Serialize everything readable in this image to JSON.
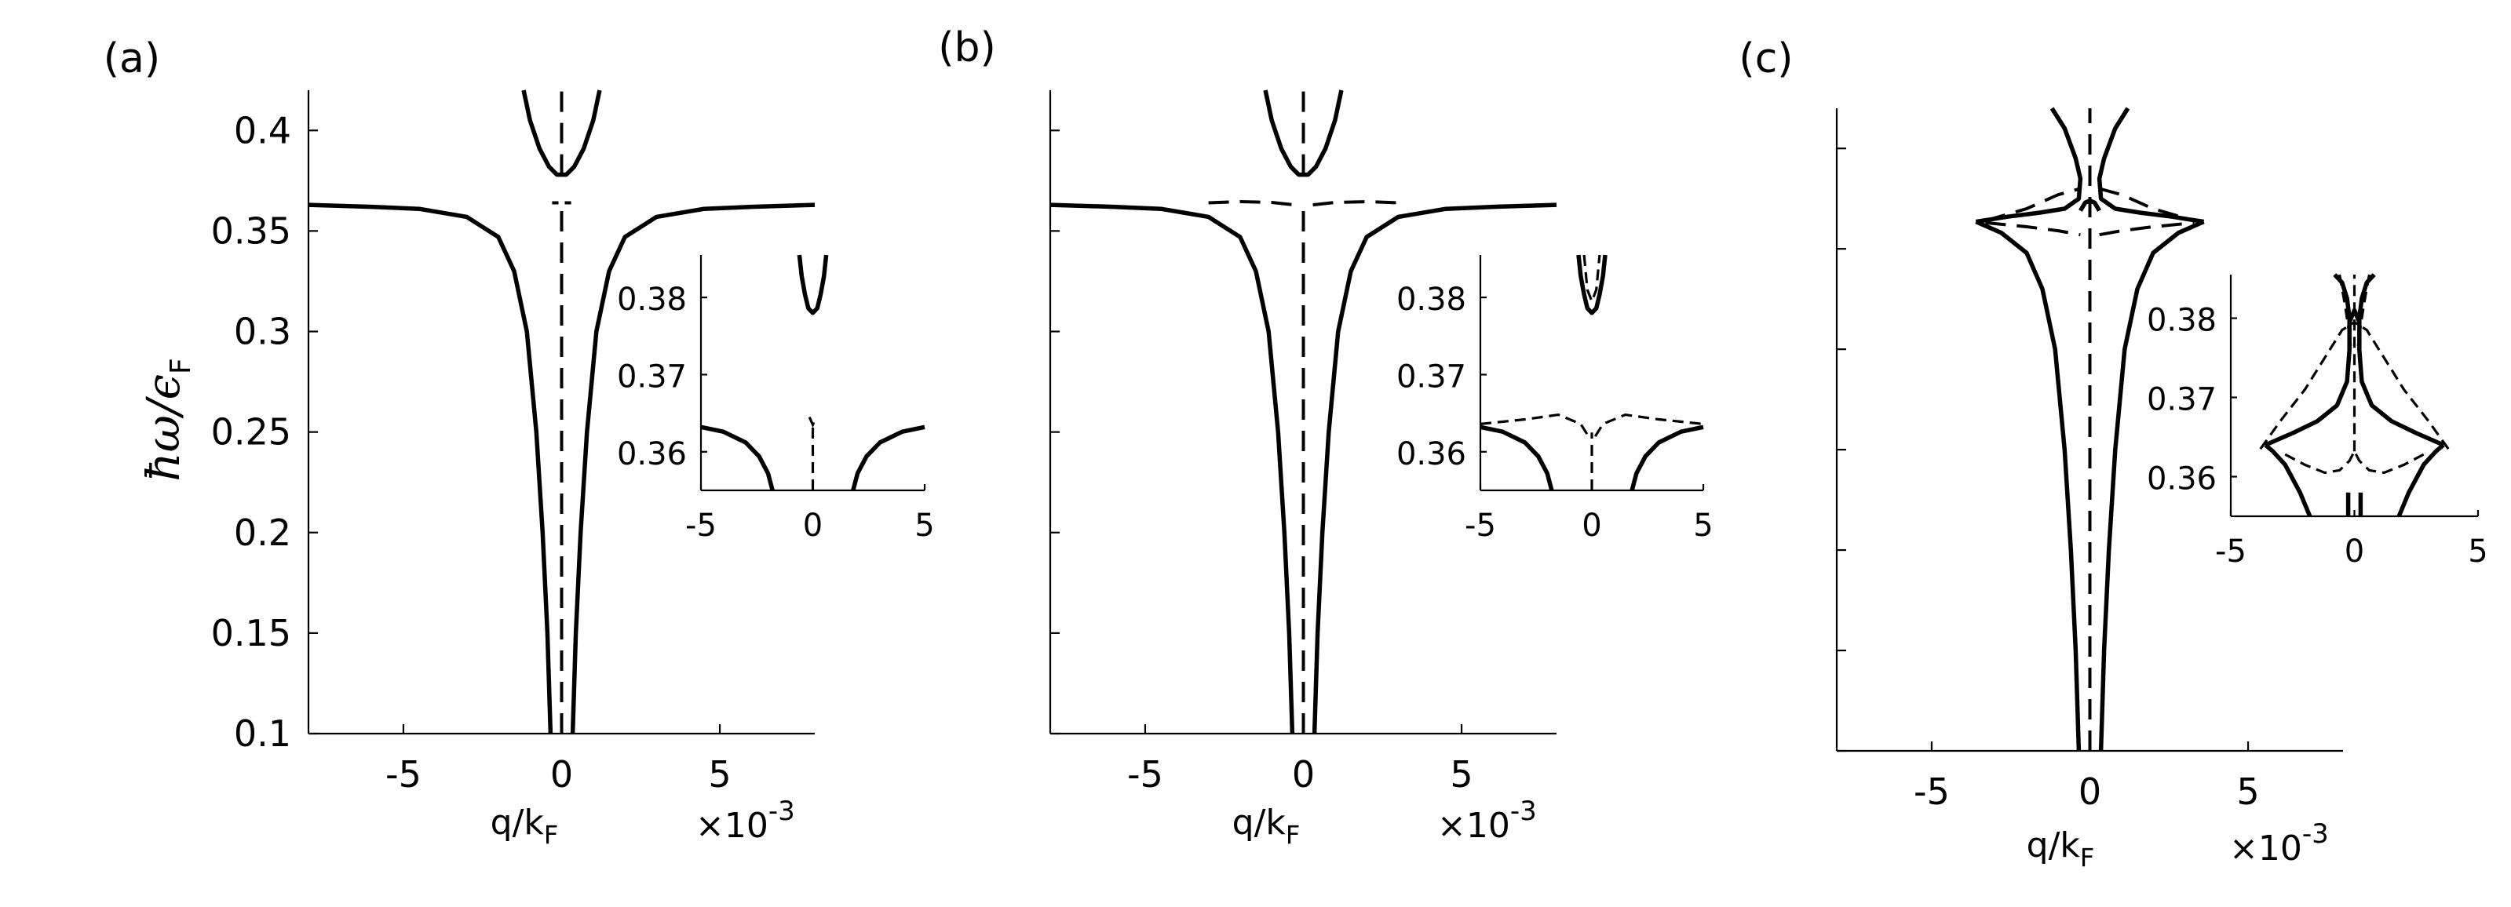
{
  "chart_data": [
    {
      "panel_label": "(a)",
      "type": "line",
      "xlabel": "q/k",
      "xlabel_sub": "F",
      "x_exponent": "×10",
      "x_exponent_power": "-3",
      "ylabel": "ħω/ϵ",
      "ylabel_sub": "F",
      "xlim": [
        -8,
        8
      ],
      "ylim": [
        0.1,
        0.42
      ],
      "xticks": [
        -5,
        0,
        5
      ],
      "xtick_labels": [
        "-5",
        "0",
        "5"
      ],
      "yticks": [
        0.1,
        0.15,
        0.2,
        0.25,
        0.3,
        0.35,
        0.4
      ],
      "ytick_labels": [
        "0.1",
        "0.15",
        "0.2",
        "0.25",
        "0.3",
        "0.35",
        "0.4"
      ],
      "series": [
        {
          "style": "solid",
          "x": [
            -0.35,
            -0.45,
            -0.6,
            -0.8,
            -1.1,
            -1.5,
            -2.0,
            -3.0,
            -4.5,
            -6.0,
            -8.0
          ],
          "y": [
            0.1,
            0.15,
            0.2,
            0.25,
            0.3,
            0.33,
            0.347,
            0.357,
            0.361,
            0.362,
            0.363
          ]
        },
        {
          "style": "solid",
          "x": [
            0.35,
            0.45,
            0.6,
            0.8,
            1.1,
            1.5,
            2.0,
            3.0,
            4.5,
            6.0,
            8.0
          ],
          "y": [
            0.1,
            0.15,
            0.2,
            0.25,
            0.3,
            0.33,
            0.347,
            0.357,
            0.361,
            0.362,
            0.363
          ]
        },
        {
          "style": "solid",
          "x": [
            -1.2,
            -1.0,
            -0.7,
            -0.4,
            -0.15,
            0,
            0.15,
            0.4,
            0.7,
            1.0,
            1.2
          ],
          "y": [
            0.42,
            0.405,
            0.391,
            0.382,
            0.378,
            0.378,
            0.378,
            0.382,
            0.391,
            0.405,
            0.42
          ]
        },
        {
          "style": "dash",
          "x": [
            0,
            0
          ],
          "y": [
            0.1,
            0.363
          ]
        },
        {
          "style": "dash",
          "x": [
            0,
            0
          ],
          "y": [
            0.378,
            0.42
          ]
        },
        {
          "style": "dash",
          "x": [
            -0.3,
            -0.1
          ],
          "y": [
            0.364,
            0.364
          ]
        },
        {
          "style": "dash",
          "x": [
            0.1,
            0.3
          ],
          "y": [
            0.364,
            0.364
          ]
        }
      ],
      "inset": {
        "xlim": [
          -5,
          5
        ],
        "ylim": [
          0.355,
          0.3855
        ],
        "xticks": [
          -5,
          0,
          5
        ],
        "xtick_labels": [
          "-5",
          "0",
          "5"
        ],
        "yticks": [
          0.36,
          0.37,
          0.38
        ],
        "ytick_labels": [
          "0.36",
          "0.37",
          "0.38"
        ],
        "series": [
          {
            "style": "solid",
            "x": [
              -5.0,
              -4.0,
              -3.0,
              -2.4,
              -2.0,
              -1.8
            ],
            "y": [
              0.3632,
              0.3626,
              0.3612,
              0.3594,
              0.3572,
              0.355
            ]
          },
          {
            "style": "solid",
            "x": [
              1.8,
              2.0,
              2.4,
              3.0,
              4.0,
              5.0
            ],
            "y": [
              0.355,
              0.3572,
              0.3594,
              0.3612,
              0.3626,
              0.3632
            ]
          },
          {
            "style": "solid",
            "x": [
              -0.6,
              -0.5,
              -0.35,
              -0.2,
              0,
              0.2,
              0.35,
              0.5,
              0.6
            ],
            "y": [
              0.3855,
              0.3828,
              0.3804,
              0.3786,
              0.378,
              0.3786,
              0.3804,
              0.3828,
              0.3855
            ]
          },
          {
            "style": "dash",
            "x": [
              0,
              0
            ],
            "y": [
              0.355,
              0.3632
            ]
          },
          {
            "style": "dash",
            "x": [
              -0.15,
              0,
              0.15
            ],
            "y": [
              0.3645,
              0.3635,
              0.3645
            ]
          }
        ]
      }
    },
    {
      "panel_label": "(b)",
      "type": "line",
      "xlabel": "q/k",
      "xlabel_sub": "F",
      "x_exponent": "×10",
      "x_exponent_power": "-3",
      "xlim": [
        -8,
        8
      ],
      "ylim": [
        0.1,
        0.42
      ],
      "xticks": [
        -5,
        0,
        5
      ],
      "xtick_labels": [
        "-5",
        "0",
        "5"
      ],
      "yticks": [
        0.1,
        0.15,
        0.2,
        0.25,
        0.3,
        0.35,
        0.4
      ],
      "series": [
        {
          "style": "solid",
          "x": [
            -0.35,
            -0.45,
            -0.6,
            -0.8,
            -1.1,
            -1.5,
            -2.0,
            -3.0,
            -4.5,
            -6.0,
            -8.0
          ],
          "y": [
            0.1,
            0.15,
            0.2,
            0.25,
            0.3,
            0.33,
            0.347,
            0.357,
            0.361,
            0.362,
            0.363
          ]
        },
        {
          "style": "solid",
          "x": [
            0.35,
            0.45,
            0.6,
            0.8,
            1.1,
            1.5,
            2.0,
            3.0,
            4.5,
            6.0,
            8.0
          ],
          "y": [
            0.1,
            0.15,
            0.2,
            0.25,
            0.3,
            0.33,
            0.347,
            0.357,
            0.361,
            0.362,
            0.363
          ]
        },
        {
          "style": "solid",
          "x": [
            -1.2,
            -1.0,
            -0.7,
            -0.4,
            -0.15,
            0,
            0.15,
            0.4,
            0.7,
            1.0,
            1.2
          ],
          "y": [
            0.42,
            0.405,
            0.391,
            0.382,
            0.378,
            0.378,
            0.378,
            0.382,
            0.391,
            0.405,
            0.42
          ]
        },
        {
          "style": "dash",
          "x": [
            0,
            0
          ],
          "y": [
            0.1,
            0.362
          ]
        },
        {
          "style": "dash",
          "x": [
            0,
            0
          ],
          "y": [
            0.378,
            0.42
          ]
        },
        {
          "style": "dash",
          "x": [
            -3.0,
            -2.0,
            -1.0,
            -0.3
          ],
          "y": [
            0.364,
            0.3646,
            0.3642,
            0.363
          ]
        },
        {
          "style": "dash",
          "x": [
            0.3,
            1.0,
            2.0,
            3.0
          ],
          "y": [
            0.363,
            0.3642,
            0.3646,
            0.364
          ]
        }
      ],
      "inset": {
        "xlim": [
          -5,
          5
        ],
        "ylim": [
          0.355,
          0.3855
        ],
        "xticks": [
          -5,
          0,
          5
        ],
        "xtick_labels": [
          "-5",
          "0",
          "5"
        ],
        "yticks": [
          0.36,
          0.37,
          0.38
        ],
        "ytick_labels": [
          "0.36",
          "0.37",
          "0.38"
        ],
        "series": [
          {
            "style": "solid",
            "x": [
              -5.0,
              -4.0,
              -3.0,
              -2.4,
              -2.0,
              -1.8
            ],
            "y": [
              0.3632,
              0.3626,
              0.3612,
              0.3594,
              0.3572,
              0.355
            ]
          },
          {
            "style": "solid",
            "x": [
              1.8,
              2.0,
              2.4,
              3.0,
              4.0,
              5.0
            ],
            "y": [
              0.355,
              0.3572,
              0.3594,
              0.3612,
              0.3626,
              0.3632
            ]
          },
          {
            "style": "solid",
            "x": [
              -0.6,
              -0.5,
              -0.35,
              -0.2,
              0,
              0.2,
              0.35,
              0.5,
              0.6
            ],
            "y": [
              0.3855,
              0.3828,
              0.3804,
              0.3786,
              0.378,
              0.3786,
              0.3804,
              0.3828,
              0.3855
            ]
          },
          {
            "style": "dash",
            "x": [
              -0.35,
              -0.2,
              0,
              0.2,
              0.35
            ],
            "y": [
              0.3855,
              0.381,
              0.3795,
              0.381,
              0.3855
            ]
          },
          {
            "style": "dash",
            "x": [
              -5.0,
              -3.0,
              -1.5,
              -0.5,
              -0.15
            ],
            "y": [
              0.3636,
              0.3642,
              0.3648,
              0.3636,
              0.362
            ]
          },
          {
            "style": "dash",
            "x": [
              0.15,
              0.5,
              1.5,
              3.0,
              5.0
            ],
            "y": [
              0.362,
              0.3636,
              0.3648,
              0.3642,
              0.3636
            ]
          },
          {
            "style": "dash",
            "x": [
              0,
              0
            ],
            "y": [
              0.355,
              0.3625
            ]
          }
        ]
      }
    },
    {
      "panel_label": "(c)",
      "type": "line",
      "xlabel": "q/k",
      "xlabel_sub": "F",
      "x_exponent": "×10",
      "x_exponent_power": "-3",
      "xlim": [
        -8,
        8
      ],
      "ylim": [
        0.1,
        0.42
      ],
      "xticks": [
        -5,
        0,
        5
      ],
      "xtick_labels": [
        "-5",
        "0",
        "5"
      ],
      "yticks": [
        0.1,
        0.15,
        0.2,
        0.25,
        0.3,
        0.35,
        0.4
      ],
      "series": [
        {
          "style": "solid",
          "x": [
            -0.35,
            -0.45,
            -0.6,
            -0.8,
            -1.1,
            -1.5,
            -2.0,
            -2.8,
            -3.6
          ],
          "y": [
            0.1,
            0.15,
            0.2,
            0.25,
            0.3,
            0.33,
            0.348,
            0.358,
            0.3635
          ]
        },
        {
          "style": "solid",
          "x": [
            0.35,
            0.45,
            0.6,
            0.8,
            1.1,
            1.5,
            2.0,
            2.8,
            3.6
          ],
          "y": [
            0.1,
            0.15,
            0.2,
            0.25,
            0.3,
            0.33,
            0.348,
            0.358,
            0.3635
          ]
        },
        {
          "style": "solid",
          "x": [
            -3.6,
            -2.6,
            -1.6,
            -0.8,
            -0.35,
            -0.3,
            -0.45,
            -0.8,
            -1.2
          ],
          "y": [
            0.3635,
            0.366,
            0.368,
            0.37,
            0.375,
            0.385,
            0.395,
            0.41,
            0.42
          ]
        },
        {
          "style": "solid",
          "x": [
            3.6,
            2.6,
            1.6,
            0.8,
            0.35,
            0.3,
            0.45,
            0.8,
            1.2
          ],
          "y": [
            0.3635,
            0.366,
            0.368,
            0.37,
            0.375,
            0.385,
            0.395,
            0.41,
            0.42
          ]
        },
        {
          "style": "solid",
          "x": [
            -0.3,
            -0.15,
            0,
            0.15,
            0.3
          ],
          "y": [
            0.369,
            0.373,
            0.374,
            0.373,
            0.369
          ]
        },
        {
          "style": "dash",
          "x": [
            0,
            0
          ],
          "y": [
            0.1,
            0.42
          ]
        },
        {
          "style": "dash",
          "x": [
            -3.3,
            -2.0,
            -1.0,
            -0.3
          ],
          "y": [
            0.364,
            0.37,
            0.377,
            0.38
          ]
        },
        {
          "style": "dash",
          "x": [
            0.3,
            1.0,
            2.0,
            3.3
          ],
          "y": [
            0.38,
            0.377,
            0.37,
            0.364
          ]
        },
        {
          "style": "dash",
          "x": [
            -3.3,
            -2.0,
            -1.0,
            -0.3
          ],
          "y": [
            0.363,
            0.361,
            0.359,
            0.357
          ]
        },
        {
          "style": "dash",
          "x": [
            0.3,
            1.0,
            2.0,
            3.3
          ],
          "y": [
            0.357,
            0.359,
            0.361,
            0.363
          ]
        }
      ],
      "inset": {
        "xlim": [
          -5,
          5
        ],
        "ylim": [
          0.355,
          0.3855
        ],
        "xticks": [
          -5,
          0,
          5
        ],
        "xtick_labels": [
          "-5",
          "0",
          "5"
        ],
        "yticks": [
          0.36,
          0.37,
          0.38
        ],
        "ytick_labels": [
          "0.36",
          "0.37",
          "0.38"
        ],
        "series": [
          {
            "style": "solid",
            "x": [
              -1.8,
              -2.2,
              -2.8,
              -3.3,
              -3.6
            ],
            "y": [
              0.355,
              0.358,
              0.3615,
              0.3632,
              0.364
            ]
          },
          {
            "style": "solid",
            "x": [
              1.8,
              2.2,
              2.8,
              3.3,
              3.6
            ],
            "y": [
              0.355,
              0.358,
              0.3615,
              0.3632,
              0.364
            ]
          },
          {
            "style": "solid",
            "x": [
              -3.6,
              -2.5,
              -1.5,
              -0.7,
              -0.3,
              -0.2,
              -0.2,
              -0.3,
              -0.5,
              -0.8
            ],
            "y": [
              0.364,
              0.3655,
              0.367,
              0.369,
              0.372,
              0.376,
              0.38,
              0.3825,
              0.3845,
              0.3855
            ]
          },
          {
            "style": "solid",
            "x": [
              3.6,
              2.5,
              1.5,
              0.7,
              0.3,
              0.2,
              0.2,
              0.3,
              0.5,
              0.8
            ],
            "y": [
              0.364,
              0.3655,
              0.367,
              0.369,
              0.372,
              0.376,
              0.38,
              0.3825,
              0.3845,
              0.3855
            ]
          },
          {
            "style": "solid",
            "x": [
              -0.2,
              0,
              0.2
            ],
            "y": [
              0.3795,
              0.381,
              0.3795
            ]
          },
          {
            "style": "solid",
            "x": [
              -0.25,
              -0.25
            ],
            "y": [
              0.355,
              0.358
            ]
          },
          {
            "style": "solid",
            "x": [
              0.25,
              0.25
            ],
            "y": [
              0.355,
              0.358
            ]
          },
          {
            "style": "dash",
            "x": [
              -3.8,
              -3.0,
              -2.0,
              -1.2,
              -0.5,
              0
            ],
            "y": [
              0.3635,
              0.367,
              0.371,
              0.375,
              0.3785,
              0.3795
            ]
          },
          {
            "style": "dash",
            "x": [
              3.8,
              3.0,
              2.0,
              1.2,
              0.5,
              0
            ],
            "y": [
              0.3635,
              0.367,
              0.371,
              0.375,
              0.3785,
              0.3795
            ]
          },
          {
            "style": "dash",
            "x": [
              -2.8,
              -2.0,
              -1.2,
              -0.6,
              -0.2,
              0
            ],
            "y": [
              0.3628,
              0.3615,
              0.3605,
              0.3608,
              0.362,
              0.3632
            ]
          },
          {
            "style": "dash",
            "x": [
              2.8,
              2.0,
              1.2,
              0.6,
              0.2,
              0
            ],
            "y": [
              0.3628,
              0.3615,
              0.3605,
              0.3608,
              0.362,
              0.3632
            ]
          },
          {
            "style": "dash",
            "x": [
              -0.6,
              -0.4,
              -0.25,
              -0.15
            ],
            "y": [
              0.3855,
              0.382,
              0.379,
              0.3765
            ]
          },
          {
            "style": "dash",
            "x": [
              0.6,
              0.4,
              0.25,
              0.15
            ],
            "y": [
              0.3855,
              0.382,
              0.379,
              0.3765
            ]
          },
          {
            "style": "dash",
            "x": [
              0,
              0
            ],
            "y": [
              0.3632,
              0.3855
            ]
          }
        ]
      }
    }
  ]
}
